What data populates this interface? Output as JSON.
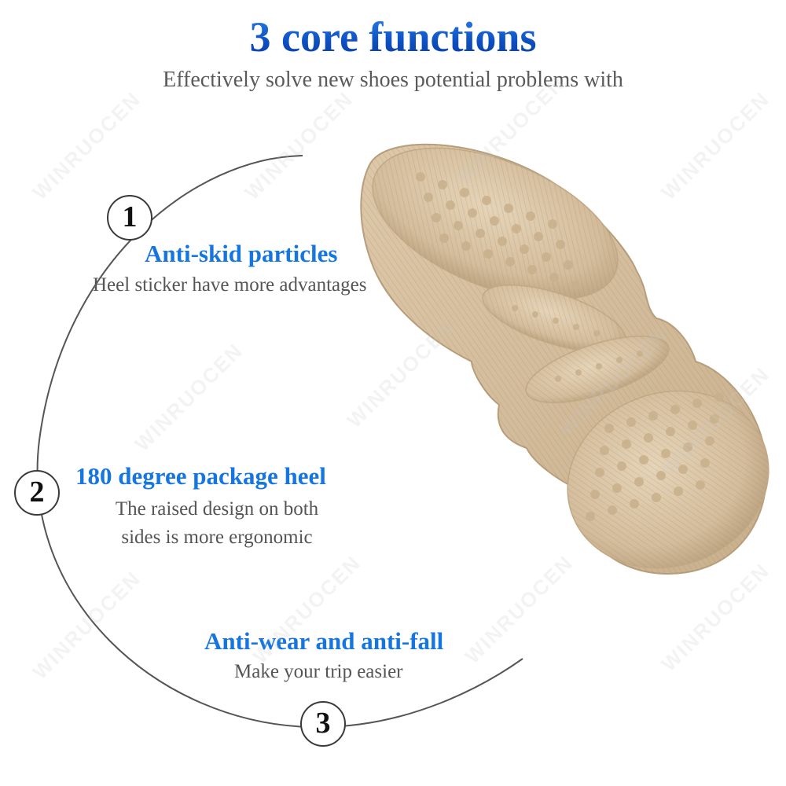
{
  "header": {
    "title": "3 core functions",
    "subtitle": "Effectively solve new shoes potential problems with"
  },
  "features": [
    {
      "number": "1",
      "title": "Anti-skid particles",
      "description_lines": [
        "Heel sticker have more advantages"
      ]
    },
    {
      "number": "2",
      "title": "180 degree package heel",
      "description_lines": [
        "The raised design on both",
        "sides is more ergonomic"
      ]
    },
    {
      "number": "3",
      "title": "Anti-wear and anti-fall",
      "description_lines": [
        "Make your trip easier"
      ]
    }
  ],
  "watermark": "WINRUOCEN",
  "colors": {
    "title_blue": "#1565d8",
    "feature_blue": "#1676e0",
    "text_gray": "#555555",
    "insole_beige": "#d8c3a5"
  }
}
